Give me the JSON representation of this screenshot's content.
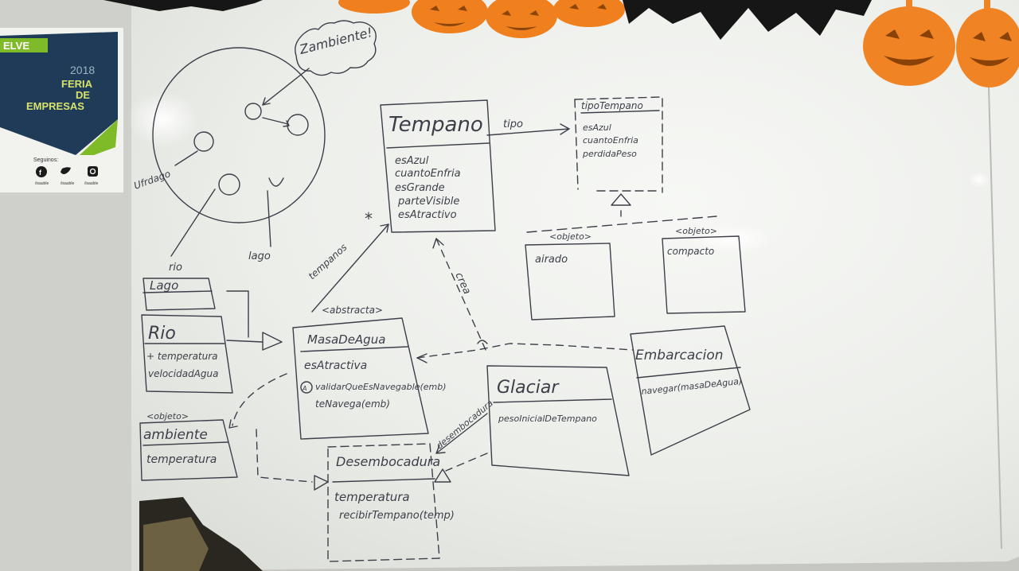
{
  "poster": {
    "tag": "ELVE",
    "year": "2018",
    "line1": "FERIA",
    "line2": "DE",
    "line3": "EMPRESAS",
    "follow": "Seguinos:",
    "handles": [
      "/isauble",
      "/isauble",
      "/isauble"
    ]
  },
  "board": {
    "cloud_note": "Zambiente!",
    "circle_labels": {
      "left": "Ufrdago",
      "bottom_left": "rio",
      "bottom": "lago"
    },
    "tempano": {
      "title": "Tempano",
      "attrs": [
        "esAzul",
        "cuantoEnfria",
        "esGrande",
        "parteVisible",
        "esAtractivo"
      ]
    },
    "tipo_label": "tipo",
    "tipotempano": {
      "title": "tipoTempano",
      "attrs": [
        "esAzul",
        "cuantoEnfria",
        "perdidaPeso"
      ]
    },
    "airado": {
      "stereo": "<objeto>",
      "title": "airado"
    },
    "compacto": {
      "stereo": "<objeto>",
      "title": "compacto"
    },
    "lago": {
      "title": "Lago"
    },
    "rio": {
      "title": "Rio",
      "attrs": [
        "+ temperatura",
        "velocidadAgua"
      ]
    },
    "tempanos_label": "tempanos",
    "multiplicity": "*",
    "crea_label": "crea",
    "masa": {
      "stereo": "<abstracta>",
      "title": "MasaDeAgua",
      "attrs": [
        "esAtractiva",
        "validarQueEsNavegable(emb)",
        "teNavega(emb)"
      ],
      "abstract_mark": "A"
    },
    "ambiente": {
      "stereo": "<objeto>",
      "title": "ambiente",
      "attrs": [
        "temperatura"
      ]
    },
    "glaciar": {
      "title": "Glaciar",
      "attrs": [
        "pesoInicialDeTempano"
      ]
    },
    "embarcacion": {
      "title": "Embarcacion",
      "attrs": [
        "navegar(masaDeAgua)"
      ]
    },
    "desemboca_label": "desembocadura",
    "desembocadura": {
      "title": "Desembocadura",
      "attrs": [
        "temperatura",
        "recibirTempano(temp)"
      ]
    }
  },
  "colors": {
    "ink": "#3c3f49",
    "board": "#f1f2ee",
    "pumpkin": "#f07f1e",
    "bat": "#161616",
    "poster_green": "#7fba29",
    "poster_navy": "#1f3b58"
  }
}
